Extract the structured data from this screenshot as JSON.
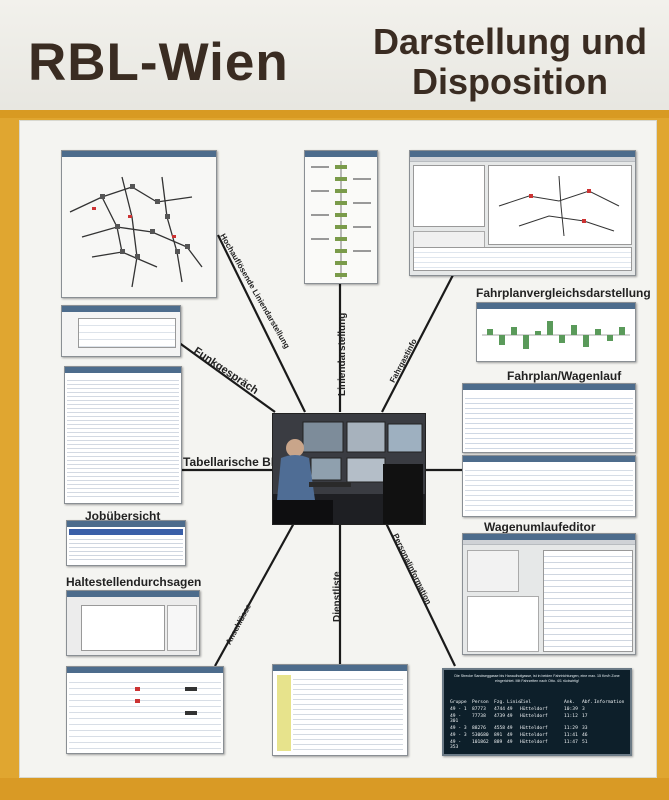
{
  "header": {
    "title": "RBL-Wien",
    "subtitle_line1": "Darstellung und",
    "subtitle_line2": "Disposition"
  },
  "labels": {
    "fahrplanvergleich": "Fahrplanvergleichsdarstellung",
    "fahrplan_wagenlauf": "Fahrplan/Wagenlauf",
    "wagenumlaufeditor": "Wagenumlaufeditor",
    "jobuebersicht": "Jobübersicht",
    "haltestellendurchsagen": "Haltestellendurchsagen",
    "tabellarische": "Tabellarische BI",
    "funkgespraech": "Funkgespräch",
    "liniendarstellung": "Liniendarstellung",
    "dienstliste": "Dienstliste"
  },
  "departure_board": {
    "notice": "Die Strecke Sandweggasse bis Hanaulhofgasse, ist in beiden Fahrtrichtungen, eine max. 15 Km/h Zone eingerichtet. Mit Fahrzeiten nach Otto. 4/1 rückwirtig!",
    "headers": [
      "Gruppe",
      "Person",
      "Fzg.",
      "Linie",
      "Ziel",
      "Ank.",
      "Abf.",
      "Information"
    ],
    "rows": [
      [
        "49 - 1",
        "87773",
        "4744",
        "49",
        "Hütteldorf",
        "10:39",
        "3"
      ],
      [
        "49 - 301",
        "77738",
        "4739",
        "49",
        "Hütteldorf",
        "11:12",
        "17"
      ],
      [
        "49 - 3",
        "88276",
        "4558",
        "49",
        "Hütteldorf",
        "11:29",
        "33"
      ],
      [
        "49 - 3",
        "530680",
        "891",
        "49",
        "Hütteldorf",
        "11:41",
        "46"
      ],
      [
        "49 - 353",
        "101862",
        "889",
        "49",
        "Hütteldorf",
        "11:47",
        "51"
      ]
    ]
  }
}
